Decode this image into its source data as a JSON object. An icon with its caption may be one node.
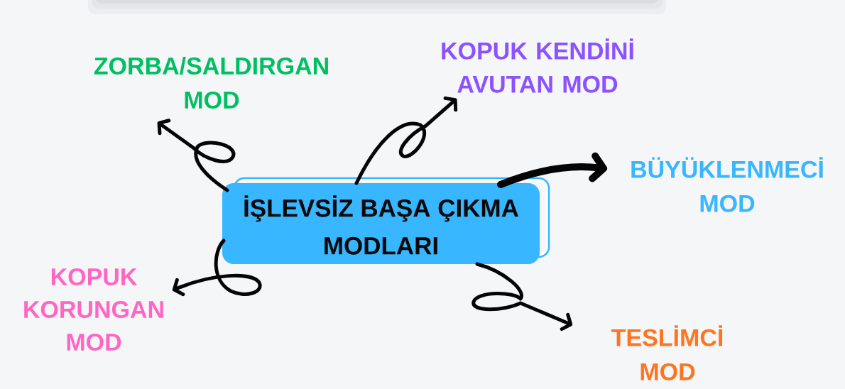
{
  "diagram": {
    "nodes": [
      {
        "text": [
          "İŞLEVSİZ BAŞA ÇIKMA MODLARI"
        ]
      },
      {
        "text": [
          "ZORBA/SALDIRGAN MOD"
        ]
      },
      {
        "text": [
          "KOPUK KENDİNİ AVUTAN MOD"
        ]
      },
      {
        "text": [
          "BÜYÜKLENMECİ MOD"
        ]
      },
      {
        "text": [
          "KOPUK KORUNGAN MOD"
        ]
      },
      {
        "text": [
          "TESLİMCİ MOD"
        ]
      }
    ],
    "edges": [
      {
        "from": 0,
        "to": 1,
        "arrow": "to"
      },
      {
        "from": 0,
        "to": 2,
        "arrow": "to"
      },
      {
        "from": 0,
        "to": 3,
        "arrow": "to",
        "style": "thick"
      },
      {
        "from": 0,
        "to": 4,
        "arrow": "to"
      },
      {
        "from": 0,
        "to": 5,
        "arrow": "to"
      }
    ]
  }
}
